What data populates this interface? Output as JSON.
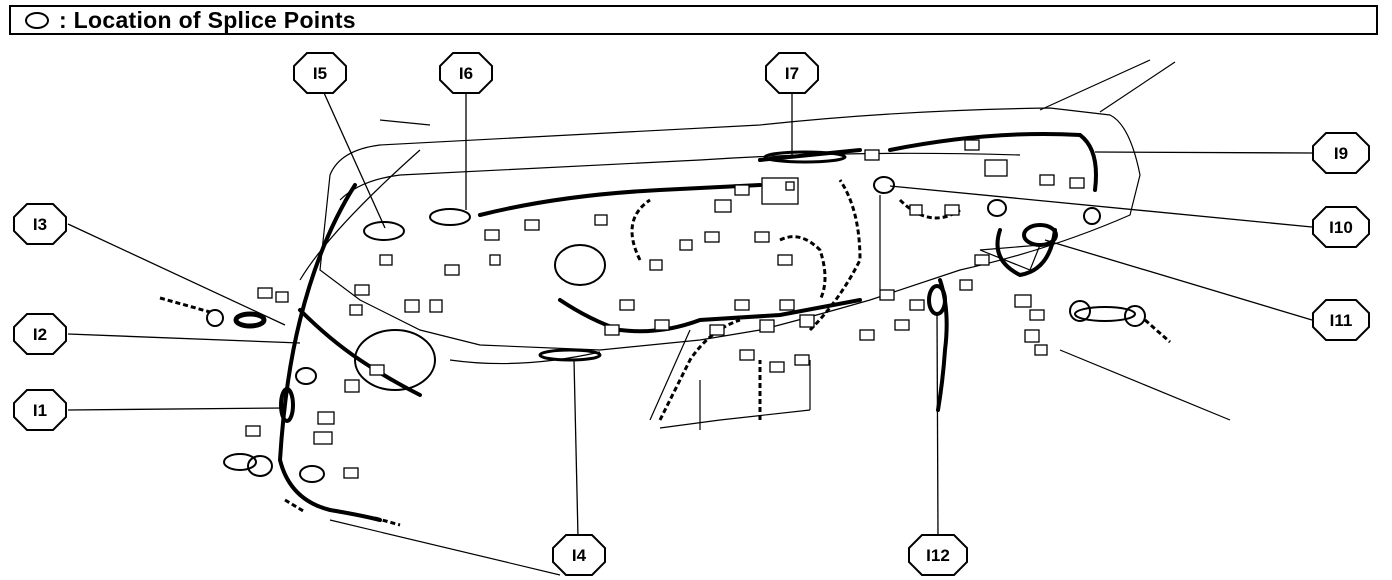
{
  "header": {
    "icon": "circle-outline-icon",
    "title": ": Location of Splice Points"
  },
  "callouts": [
    {
      "id": "i1",
      "label": "I1"
    },
    {
      "id": "i2",
      "label": "I2"
    },
    {
      "id": "i3",
      "label": "I3"
    },
    {
      "id": "i4",
      "label": "I4"
    },
    {
      "id": "i5",
      "label": "I5"
    },
    {
      "id": "i6",
      "label": "I6"
    },
    {
      "id": "i7",
      "label": "I7"
    },
    {
      "id": "i9",
      "label": "I9"
    },
    {
      "id": "i10",
      "label": "I10"
    },
    {
      "id": "i11",
      "label": "I11"
    },
    {
      "id": "i12",
      "label": "I12"
    }
  ]
}
